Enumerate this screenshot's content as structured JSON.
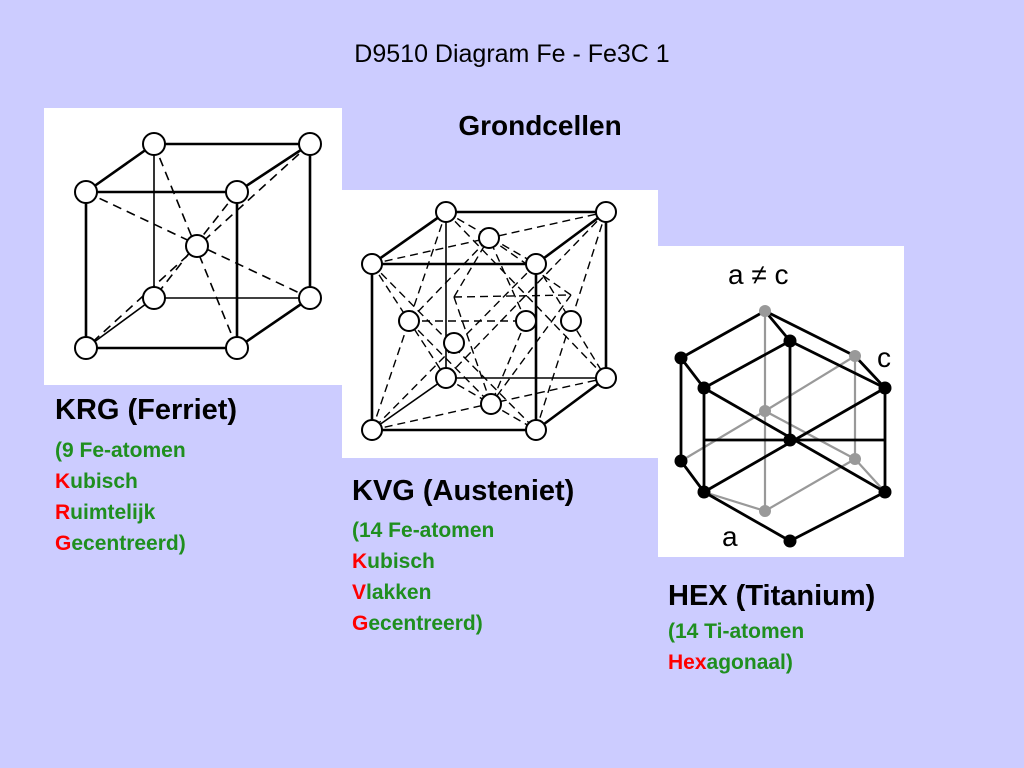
{
  "page": {
    "title": "D9510 Diagram Fe - Fe3C 1",
    "subtitle": "Grondcellen"
  },
  "colors": {
    "background": "#ccccff",
    "text_green": "#1f8f1f",
    "text_red": "#ff0000"
  },
  "cells": [
    {
      "heading": "KRG (Ferriet)",
      "lines": [
        {
          "letter": "",
          "rest": "(9 Fe-atomen"
        },
        {
          "letter": "K",
          "rest": "ubisch"
        },
        {
          "letter": "R",
          "rest": "uimtelijk"
        },
        {
          "letter": "G",
          "rest": "ecentreerd)"
        }
      ]
    },
    {
      "heading": "KVG (Austeniet)",
      "lines": [
        {
          "letter": "",
          "rest": "(14 Fe-atomen"
        },
        {
          "letter": "K",
          "rest": "ubisch"
        },
        {
          "letter": "V",
          "rest": "lakken"
        },
        {
          "letter": "G",
          "rest": "ecentreerd)"
        }
      ]
    },
    {
      "heading": "HEX (Titanium)",
      "lines": [
        {
          "letter": "",
          "rest": "(14 Ti-atomen"
        },
        {
          "letter": "Hex",
          "rest": "agonaal)"
        }
      ]
    }
  ],
  "hex_labels": {
    "top": "a ≠ c",
    "side": "c",
    "bottom": "a"
  }
}
